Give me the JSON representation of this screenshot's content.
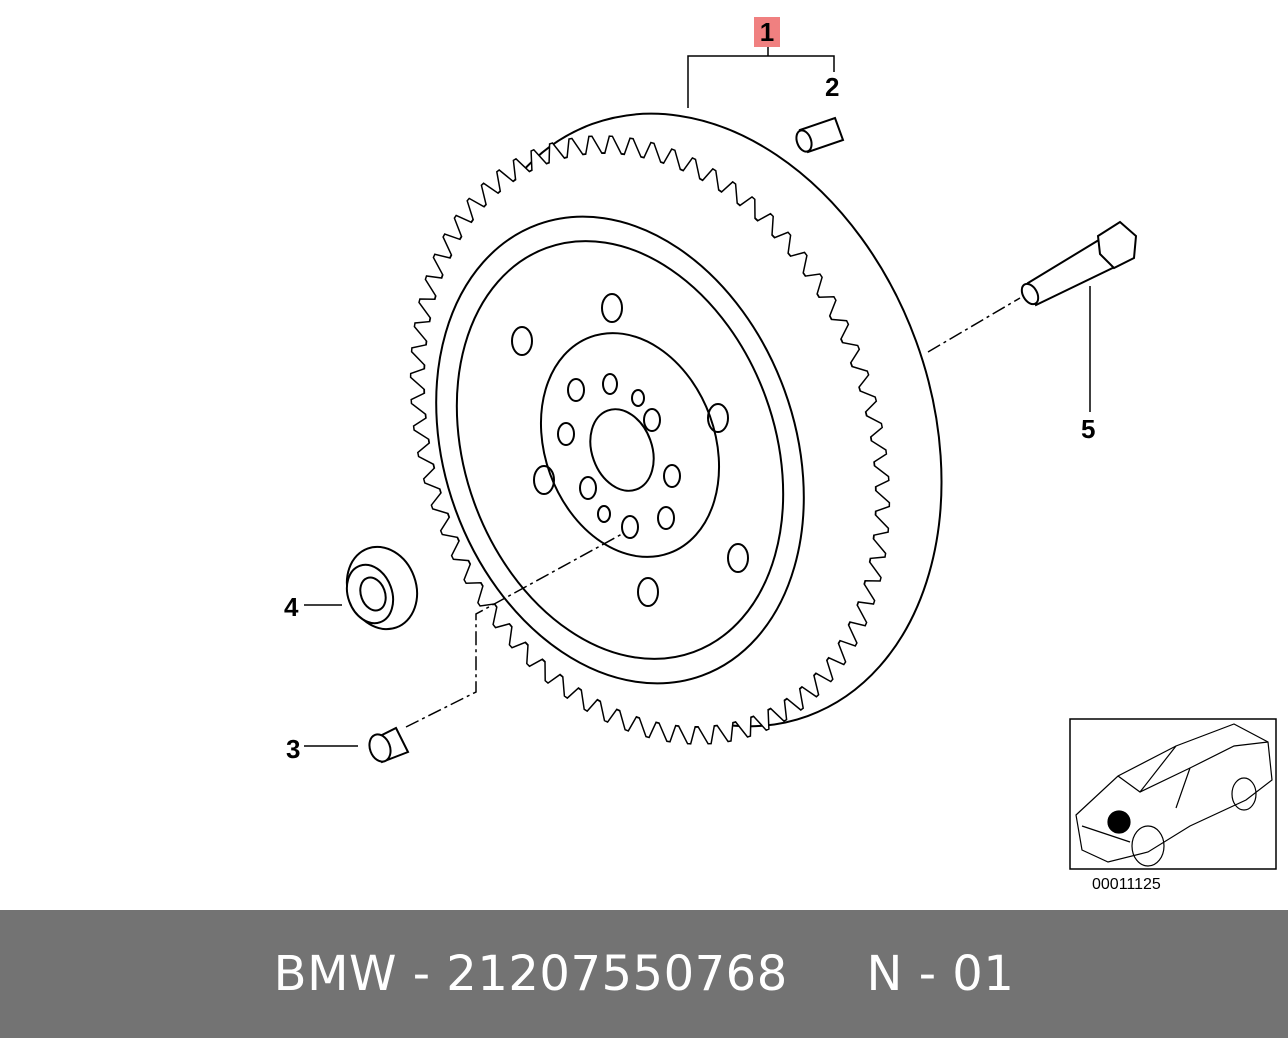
{
  "callouts": {
    "c1": "1",
    "c2": "2",
    "c3": "3",
    "c4": "4",
    "c5": "5"
  },
  "highlight_color": "#f08080",
  "footer_bg": "#737373",
  "diagram_code": "00011125",
  "footer": {
    "brand": "BMW",
    "separator": " - ",
    "part_number": "21207550768",
    "gap": "     ",
    "position": "N - 01"
  },
  "icons": [
    "flywheel-icon",
    "dowel-pin-icon",
    "sleeve-icon",
    "ball-bearing-icon",
    "bolt-icon",
    "car-locator-icon"
  ]
}
